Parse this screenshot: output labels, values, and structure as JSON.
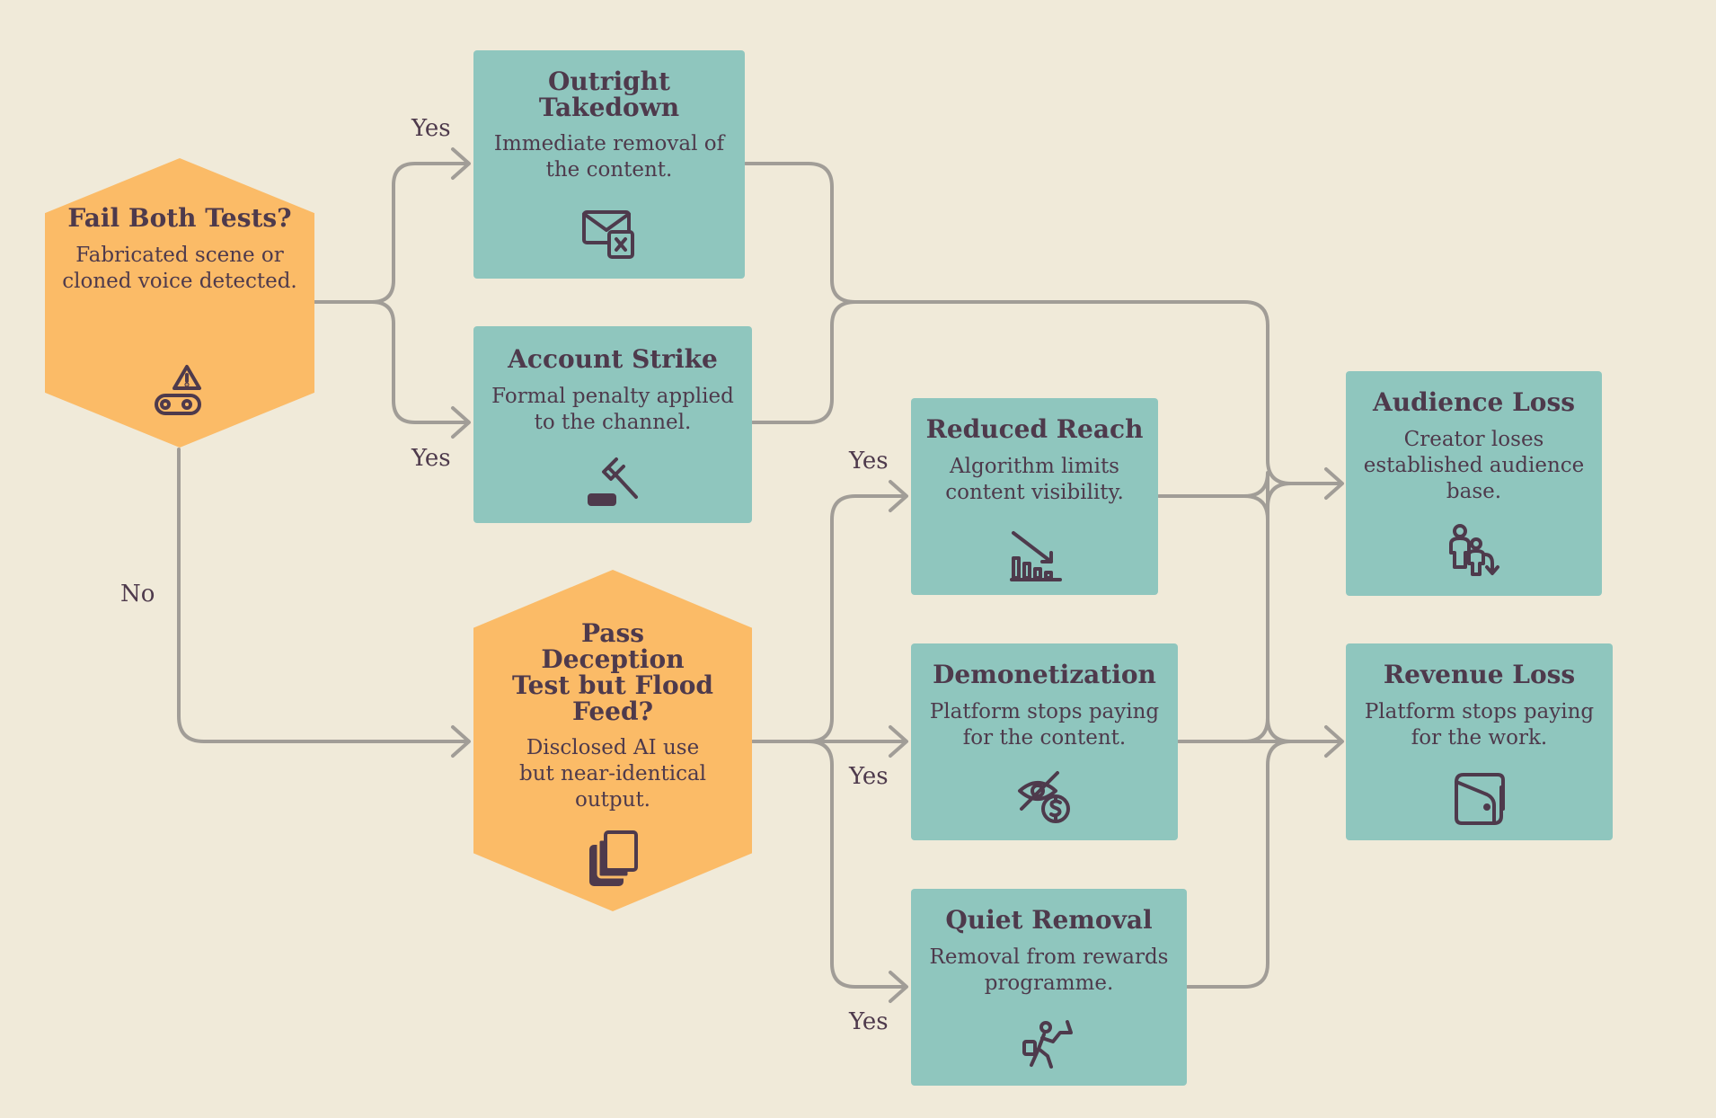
{
  "nodes": {
    "fail_both": {
      "title": "Fail Both Tests?",
      "desc": "Fabricated scene or cloned voice detected.",
      "icon": "hazard-conveyor-icon"
    },
    "outright": {
      "title": "Outright Takedown",
      "desc": "Immediate removal of the content.",
      "icon": "mail-delete-icon"
    },
    "strike": {
      "title": "Account Strike",
      "desc": "Formal penalty applied to the channel.",
      "icon": "gavel-icon"
    },
    "pass": {
      "title": "Pass Deception Test but Flood Feed?",
      "desc": "Disclosed AI use but near-identical output.",
      "icon": "copy-documents-icon"
    },
    "reach": {
      "title": "Reduced Reach",
      "desc": "Algorithm limits content visibility.",
      "icon": "declining-chart-icon"
    },
    "demon": {
      "title": "Demonetization",
      "desc": "Platform stops paying for the content.",
      "icon": "hidden-money-icon"
    },
    "quiet": {
      "title": "Quiet Removal",
      "desc": "Removal from rewards programme.",
      "icon": "running-exit-icon"
    },
    "audience": {
      "title": "Audience Loss",
      "desc": "Creator loses established audience base.",
      "icon": "people-decline-icon"
    },
    "revenue": {
      "title": "Revenue Loss",
      "desc": "Platform stops paying for the work.",
      "icon": "wallet-icon"
    }
  },
  "labels": {
    "yes": "Yes",
    "no": "No"
  },
  "colors": {
    "background": "#f0ead9",
    "decision": "#fbbb67",
    "outcome": "#8fc6be",
    "text": "#4e3a4c",
    "connector": "#a19d97"
  }
}
